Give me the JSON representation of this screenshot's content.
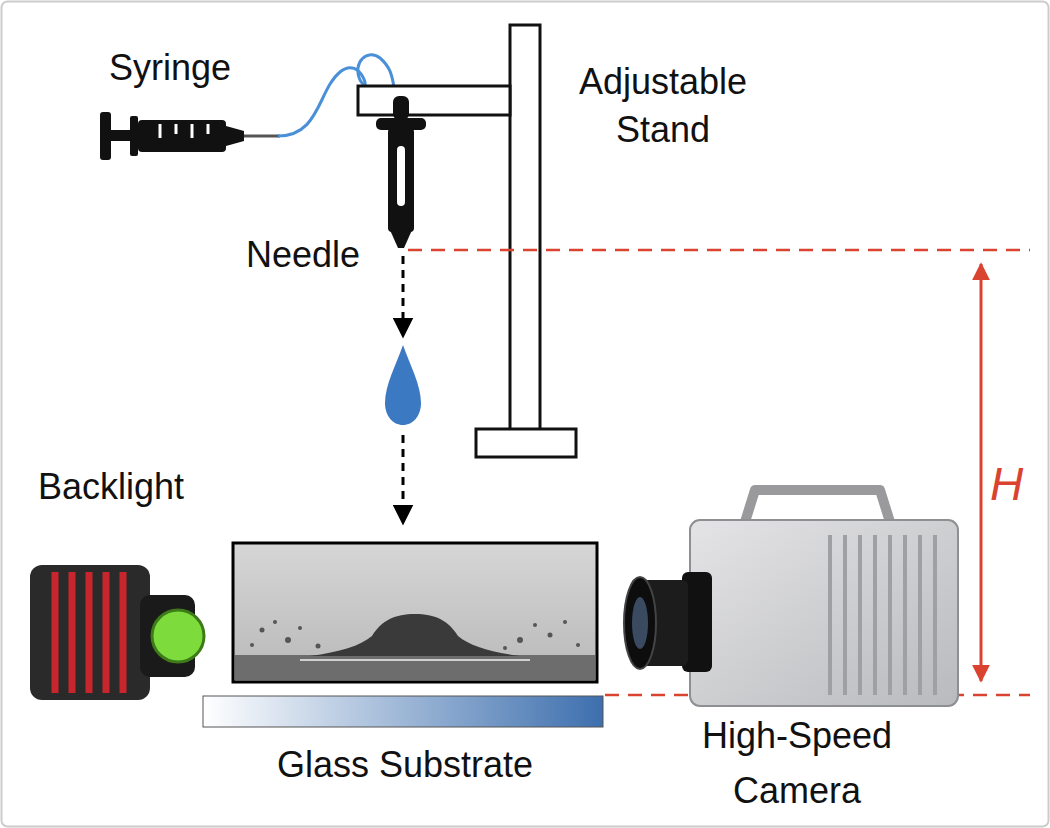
{
  "diagram": {
    "labels": [
      "Syringe",
      "Adjustable Stand",
      "Needle",
      "Backlight",
      "Glass Substrate",
      "High-Speed Camera",
      "H"
    ]
  }
}
